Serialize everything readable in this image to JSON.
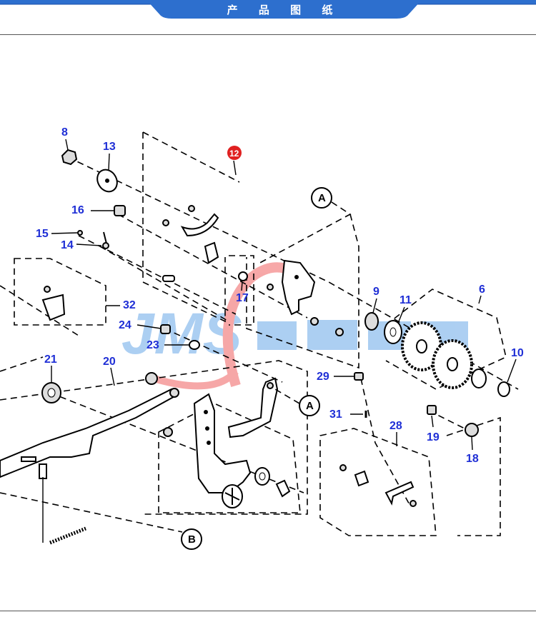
{
  "header": {
    "title": "产 品 图 纸",
    "band_color": "#2d6fce",
    "band_dark": "#1a4fa8"
  },
  "diagram": {
    "label_color": "#1f2fd6",
    "highlight_color": "#e02020",
    "callouts": {
      "c8": "8",
      "c13": "13",
      "c12": "12",
      "c16": "16",
      "c15": "15",
      "c14": "14",
      "c32": "32",
      "c17": "17",
      "c24": "24",
      "c23": "23",
      "c9": "9",
      "c11": "11",
      "c6": "6",
      "c10": "10",
      "c21": "21",
      "c20": "20",
      "c29": "29",
      "c31": "31",
      "c28": "28",
      "c19": "19",
      "c18": "18"
    },
    "references": {
      "a_top": "A",
      "a_mid": "A",
      "b_bottom": "B"
    },
    "watermark": "JMS"
  }
}
